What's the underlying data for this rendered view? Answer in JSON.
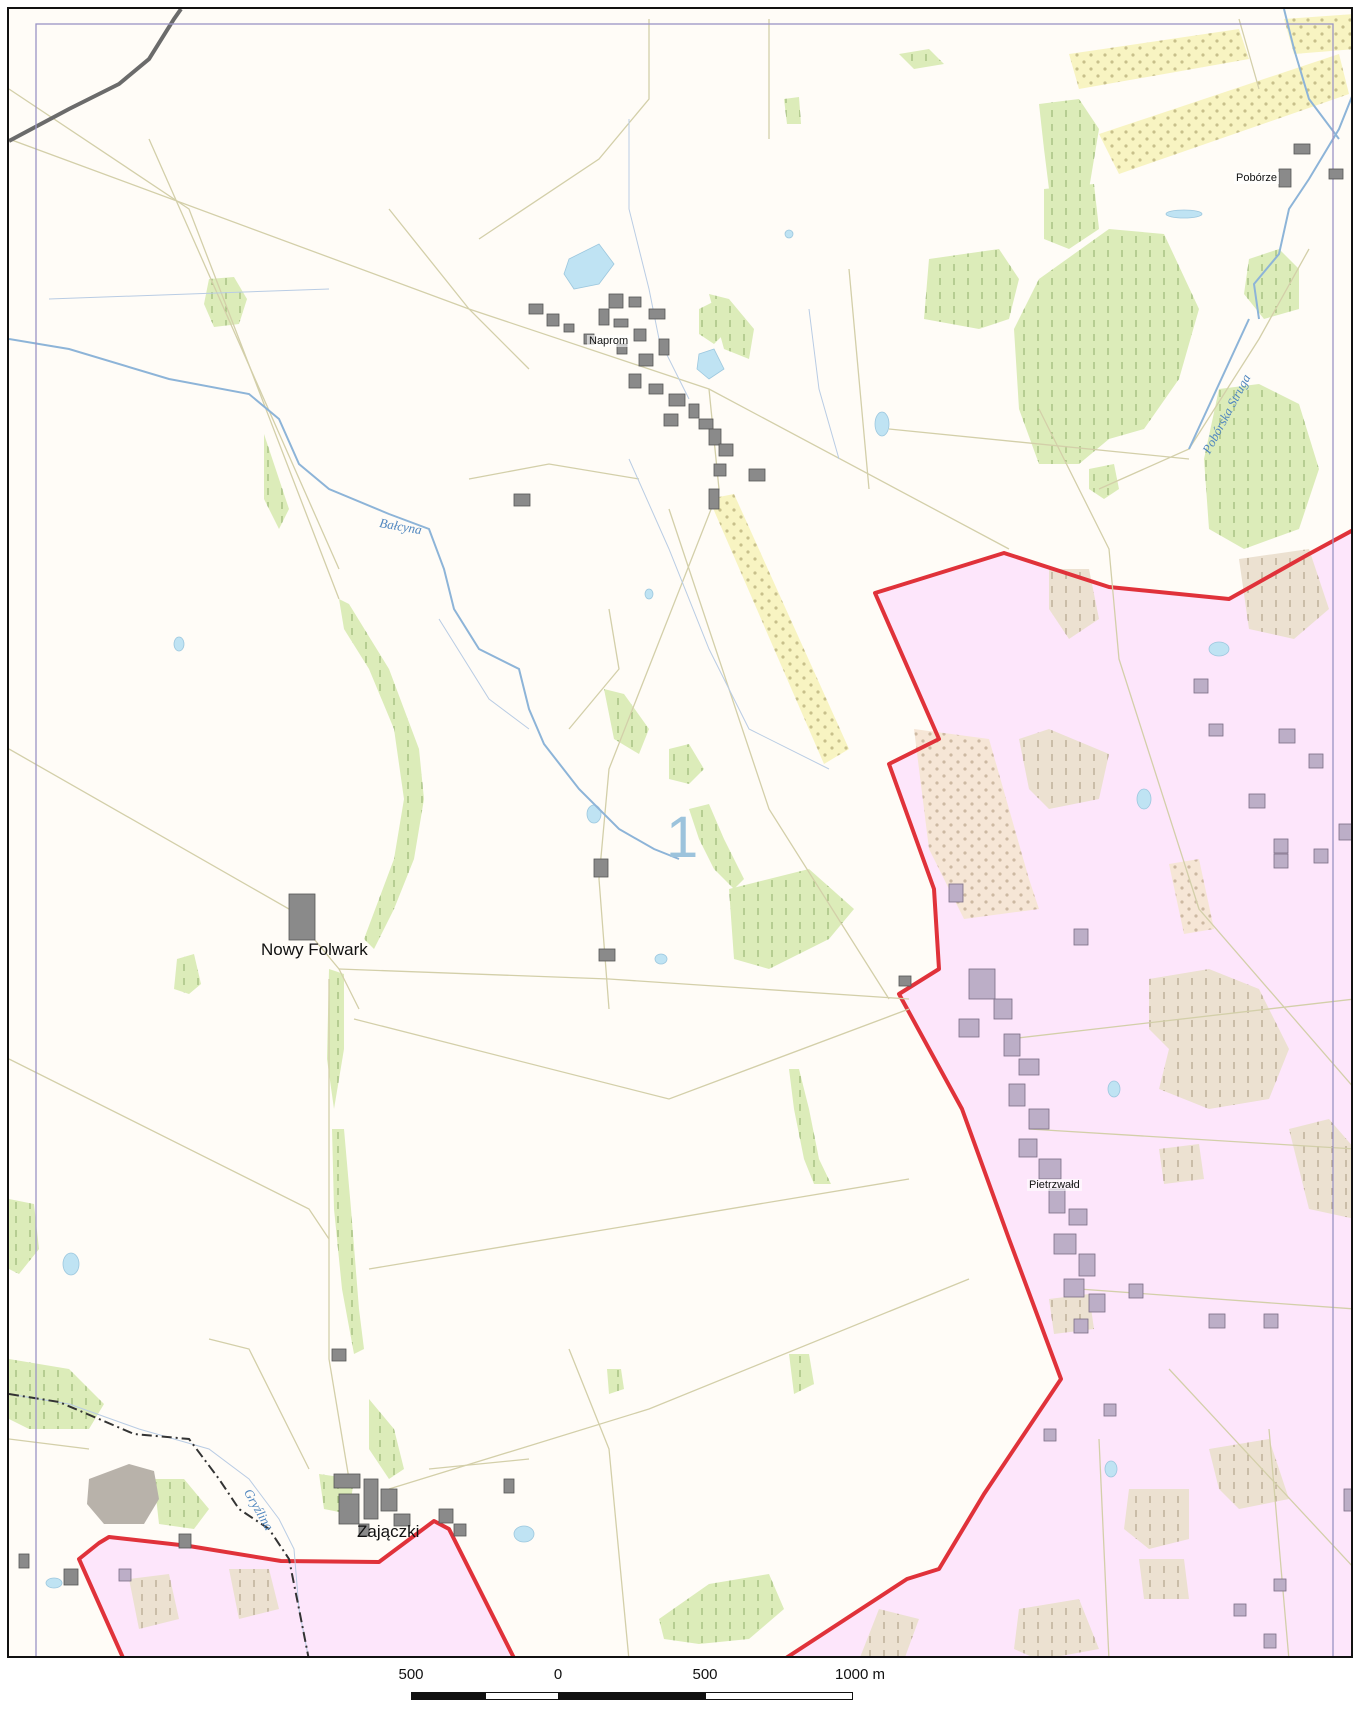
{
  "map": {
    "colors": {
      "background": "#fffcf7",
      "forest": "#dcecb9",
      "forest_tick": "#7fa25b",
      "water": "#bfe3f3",
      "river": "#8db4d8",
      "road": "#d3cfa9",
      "track": "#c9c1aa",
      "building": "#8a8a8a",
      "building_outline": "#555555",
      "boundary": "#e0323a",
      "protected_area": "#fde6fb",
      "meadow_dots": "#f8f4c2",
      "railway": "#6b6b6b",
      "frame": "#9a94c4"
    },
    "places": [
      {
        "name": "Naprom",
        "size": "small"
      },
      {
        "name": "Pobórze",
        "size": "small"
      },
      {
        "name": "Nowy Folwark",
        "size": "large"
      },
      {
        "name": "Pietrzwałd",
        "size": "small"
      },
      {
        "name": "Zajączki",
        "size": "large"
      }
    ],
    "rivers": [
      {
        "name": "Bałcyna"
      },
      {
        "name": "Pobórska Struga"
      },
      {
        "name": "Gryźlina"
      }
    ],
    "zone_number": "1"
  },
  "scale": {
    "labels": [
      "500",
      "0",
      "500",
      "1000 m"
    ]
  }
}
